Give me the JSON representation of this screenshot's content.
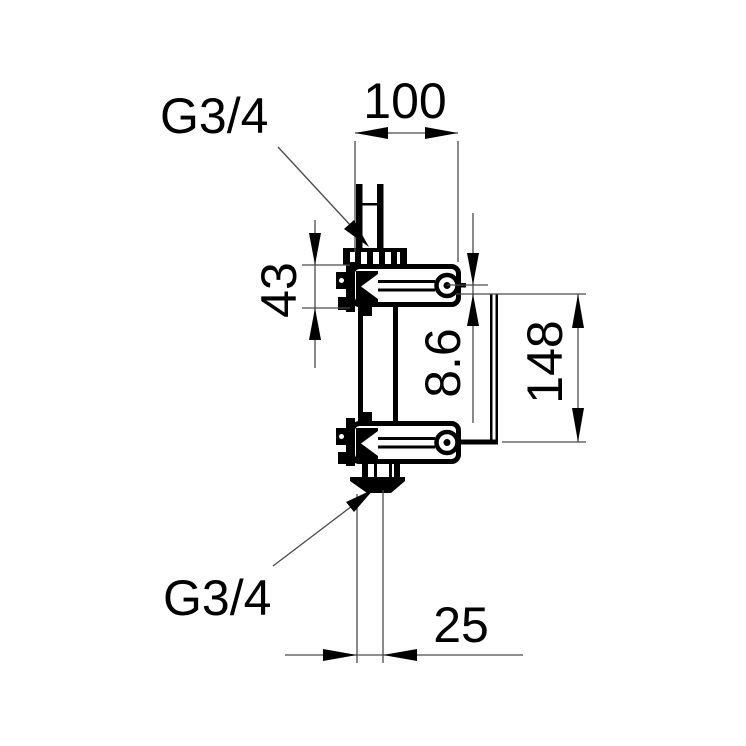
{
  "figure": {
    "type": "technical-drawing",
    "subject": "flush-mounted-valve-body-side-view",
    "background_color": "#ffffff",
    "outline_color": "#000000",
    "dimension_line_color": "#4a4a4a",
    "labels": {
      "thread_top": "G3/4",
      "thread_bottom": "G3/4"
    },
    "dimensions": {
      "top_width": "100",
      "left_height": "43",
      "axis_offset": "8.6",
      "right_height": "148",
      "bottom_width": "25"
    }
  }
}
